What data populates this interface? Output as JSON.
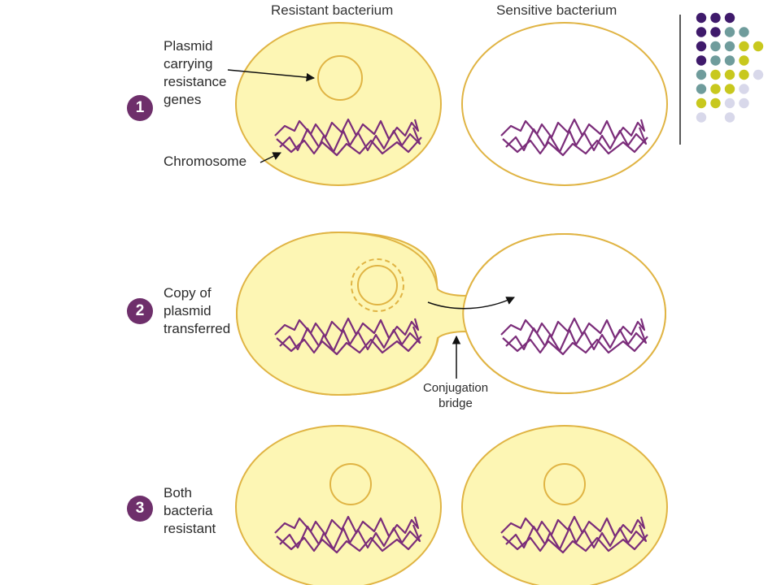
{
  "headers": {
    "resistant": "Resistant bacterium",
    "sensitive": "Sensitive bacterium"
  },
  "steps": [
    {
      "number": "1",
      "label_lines": [
        "Plasmid",
        "carrying",
        "resistance",
        "genes"
      ]
    },
    {
      "number": "2",
      "label_lines": [
        "Copy of",
        "plasmid",
        "transferred"
      ]
    },
    {
      "number": "3",
      "label_lines": [
        "Both",
        "bacteria",
        "resistant"
      ]
    }
  ],
  "labels": {
    "chromosome": "Chromosome",
    "conjugation_bridge_lines": [
      "Conjugation",
      "bridge"
    ]
  },
  "colors": {
    "cell_fill": "#fdf6b4",
    "cell_outline": "#e0b444",
    "chromosome": "#7b2d7a",
    "badge": "#6e2f6b",
    "arrow": "#111111",
    "dot_purple": "#3f1a6b",
    "dot_teal": "#6f9c9c",
    "dot_yellow": "#c8c81e",
    "dot_lavender": "#d8d8ea"
  },
  "decor_dot_rows": [
    [
      "purple",
      "purple",
      "purple"
    ],
    [
      "purple",
      "purple",
      "teal",
      "teal"
    ],
    [
      "purple",
      "teal",
      "teal",
      "yellow",
      "yellow"
    ],
    [
      "purple",
      "teal",
      "teal",
      "yellow"
    ],
    [
      "teal",
      "yellow",
      "yellow",
      "yellow",
      "lavender"
    ],
    [
      "teal",
      "yellow",
      "yellow",
      "lavender"
    ],
    [
      "yellow",
      "yellow",
      "lavender",
      "lavender"
    ],
    [
      "lavender",
      "",
      "lavender"
    ]
  ]
}
